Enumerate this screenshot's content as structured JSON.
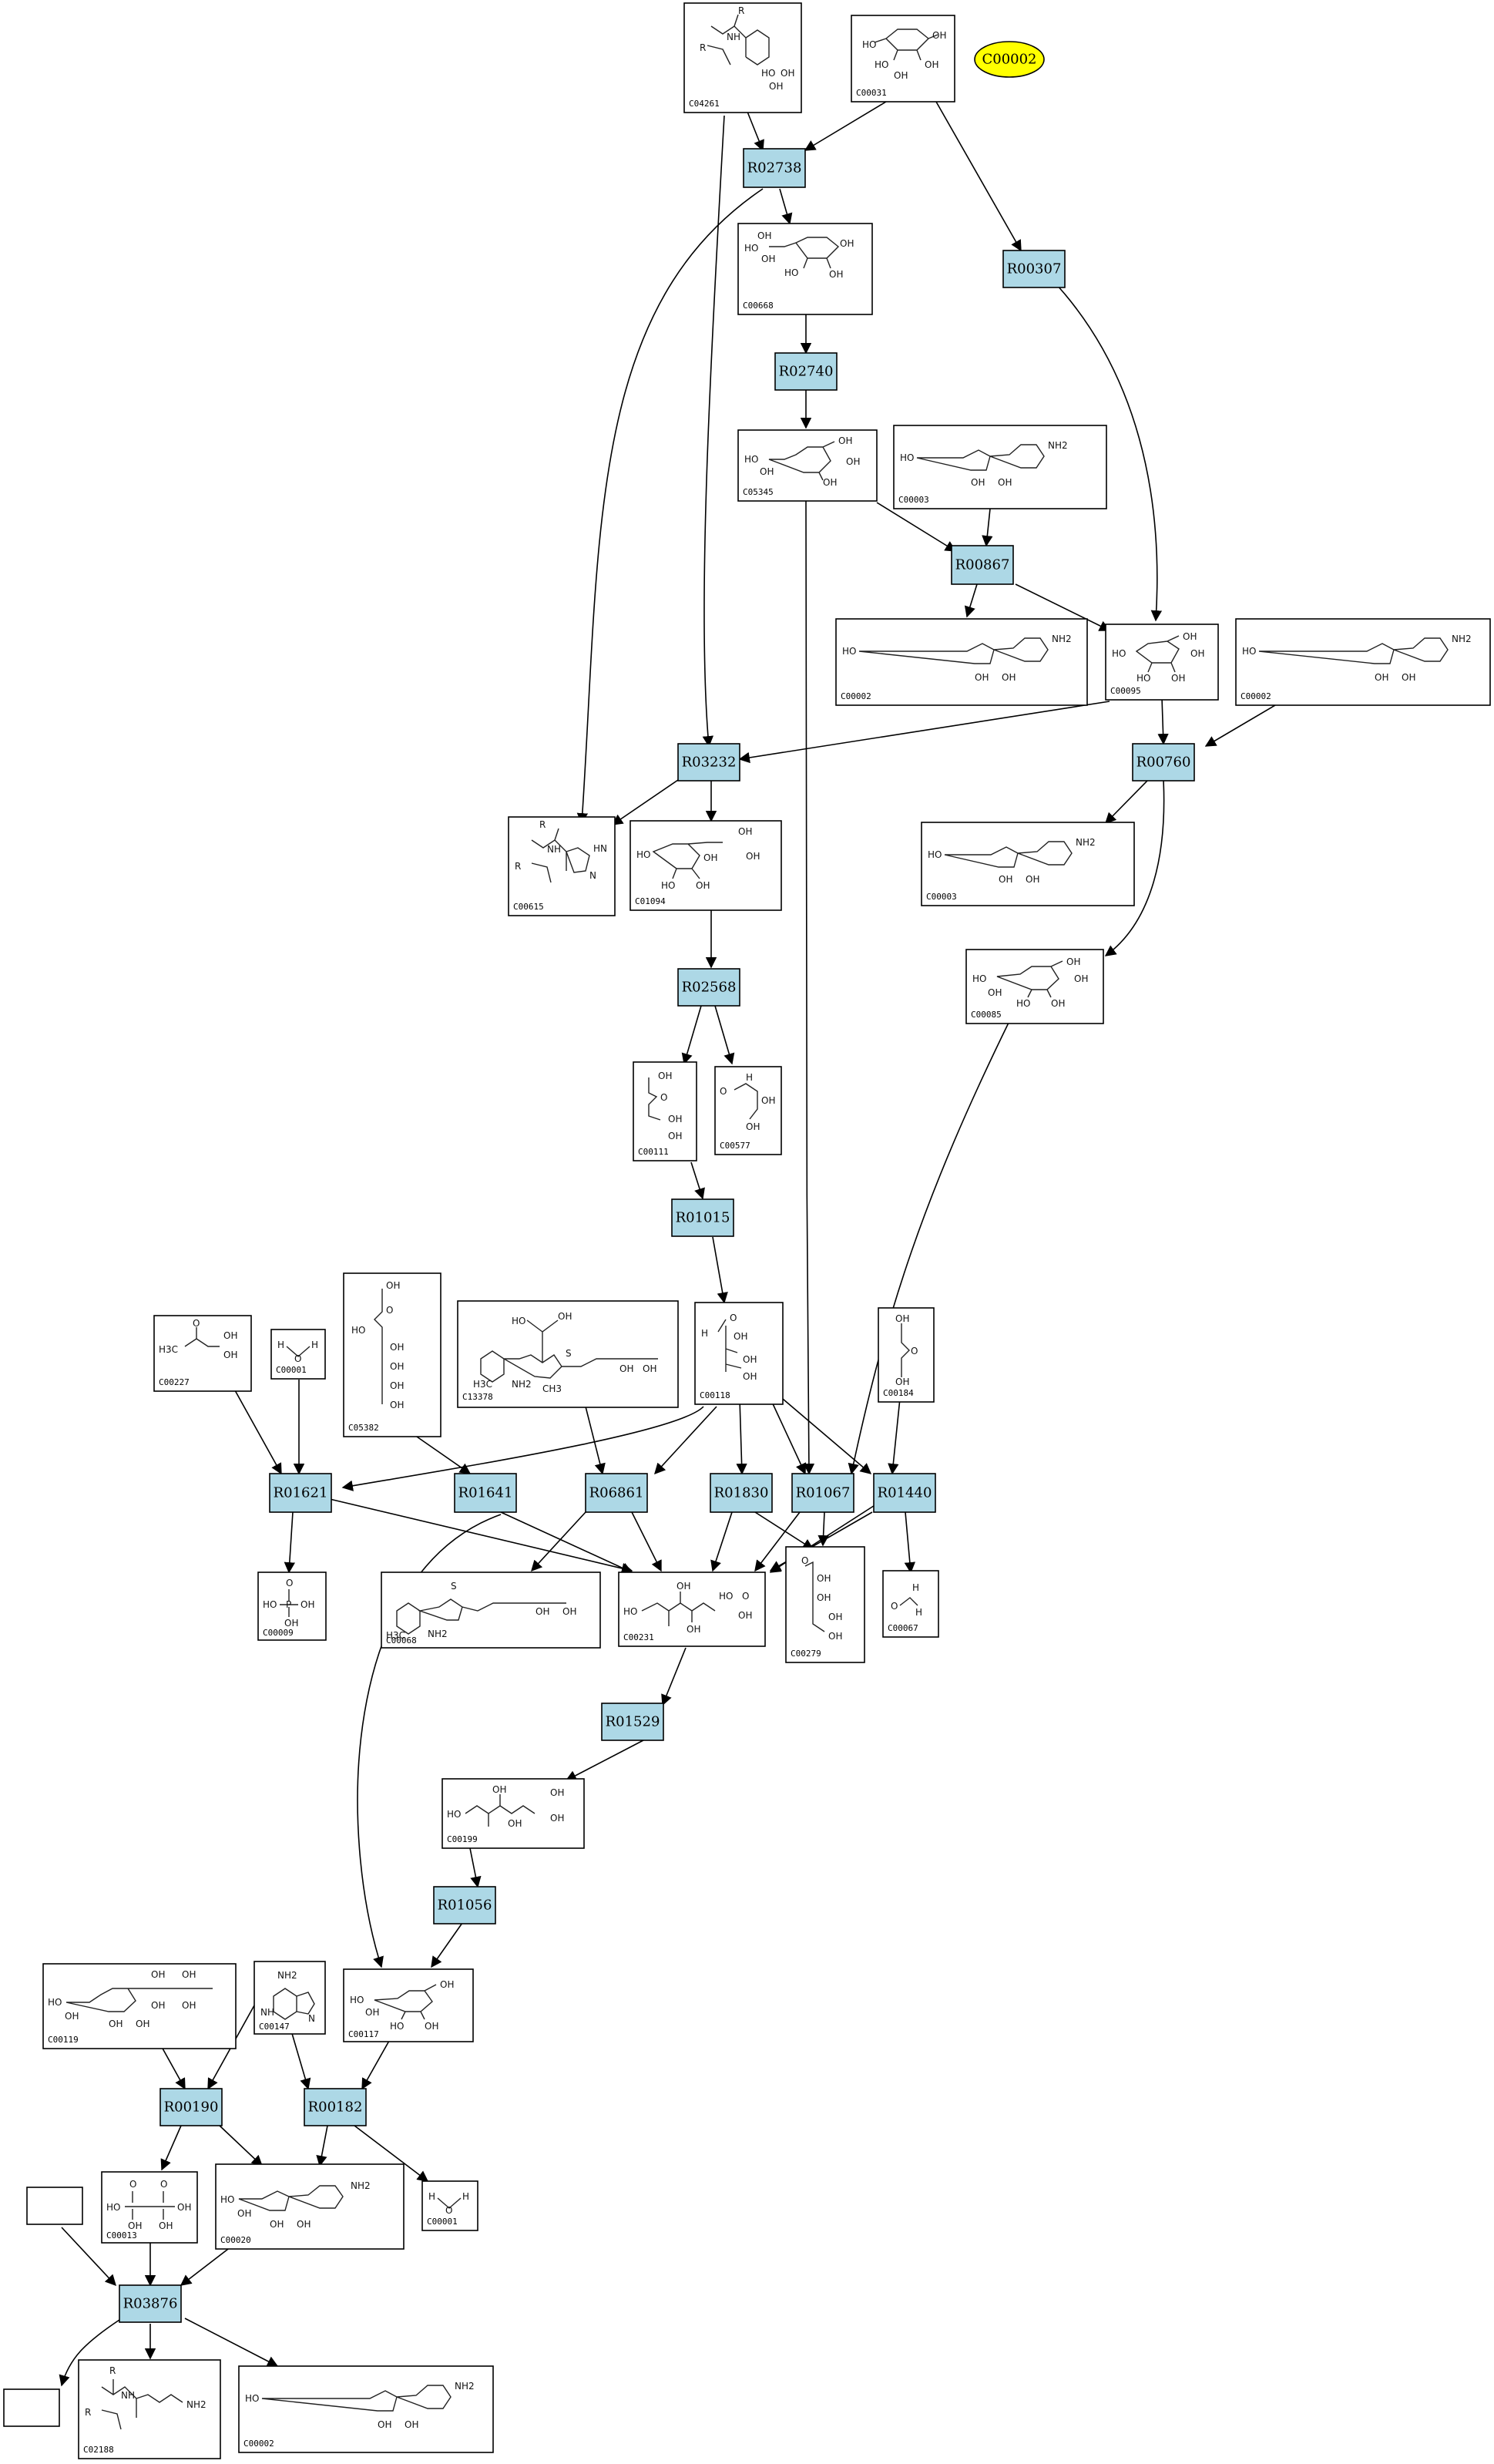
{
  "root_compound": "C00002",
  "reactions": {
    "R02738": "R02738",
    "R00307": "R00307",
    "R02740": "R02740",
    "R00867": "R00867",
    "R03232": "R03232",
    "R00760": "R00760",
    "R02568": "R02568",
    "R01015": "R01015",
    "R01621": "R01621",
    "R01641": "R01641",
    "R06861": "R06861",
    "R01830": "R01830",
    "R01067": "R01067",
    "R01440": "R01440",
    "R01529": "R01529",
    "R01056": "R01056",
    "R00190": "R00190",
    "R00182": "R00182",
    "R03876": "R03876"
  },
  "compounds": {
    "c04261": "C04261",
    "c00031": "C00031",
    "c00668": "C00668",
    "c05345": "C05345",
    "c00003a": "C00003",
    "c00002a": "C00002",
    "c00095": "C00095",
    "c00002b": "C00002",
    "c00615": "C00615",
    "c01094": "C01094",
    "c00003b": "C00003",
    "c00085": "C00085",
    "c00111": "C00111",
    "c00577": "C00577",
    "c00227": "C00227",
    "c00001a": "C00001",
    "c05382": "C05382",
    "c13378": "C13378",
    "c00118": "C00118",
    "c00184": "C00184",
    "c00009": "C00009",
    "c00068": "C00068",
    "c00231": "C00231",
    "c00279": "C00279",
    "c00067": "C00067",
    "c00199": "C00199",
    "c00119": "C00119",
    "c00147": "C00147",
    "c00117": "C00117",
    "c00013": "C00013",
    "c00020": "C00020",
    "c00001b": "C00001",
    "c02188": "C02188",
    "c00002c": "C00002"
  },
  "atom_labels": {
    "oh": "OH",
    "ho": "HO",
    "o": "O",
    "p": "P",
    "nh": "NH",
    "nh2": "NH2",
    "n": "N",
    "r": "R",
    "h": "H",
    "ch3": "CH3",
    "h3c": "H3C",
    "s": "S",
    "hn": "HN"
  }
}
